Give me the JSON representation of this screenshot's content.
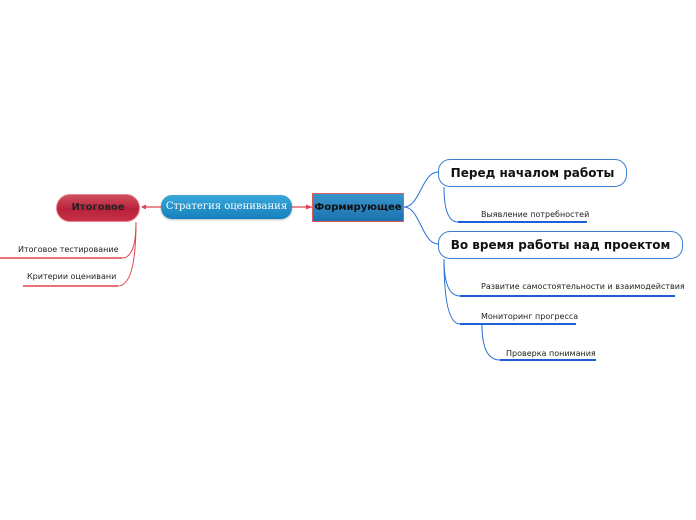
{
  "map": {
    "central": "Стратегия оценивания",
    "summative": {
      "label": "Итоговое",
      "children": [
        "Итоговое тестирование",
        "Критерии оценивани"
      ]
    },
    "formative": {
      "label": "Формирующее",
      "before": {
        "label": "Перед началом работы",
        "children": [
          "Выявление потребностей"
        ]
      },
      "during": {
        "label": "Во время работы над проектом",
        "children": [
          "Развитие самостоятельности и взаимодействия",
          "Мониторинг прогресса"
        ],
        "monitoring_child": "Проверка понимания"
      }
    }
  },
  "colors": {
    "red_link": "#e0434f",
    "blue_link": "#2c6fd0",
    "blue_underline": "#1f5fd6",
    "central_fill": "#2592cc"
  }
}
